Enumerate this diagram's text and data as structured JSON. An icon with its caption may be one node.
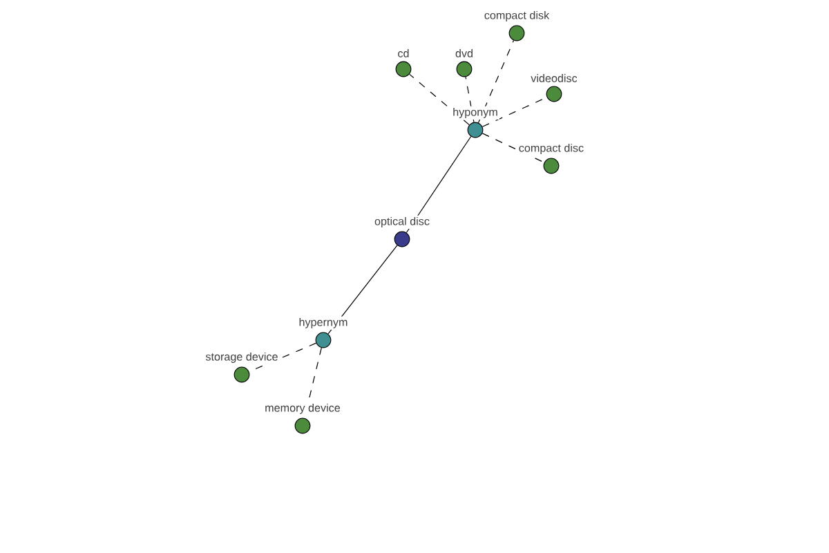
{
  "diagram": {
    "nodes": [
      {
        "text": [
          "compact disk"
        ]
      },
      {
        "text": [
          "cd"
        ]
      },
      {
        "text": [
          "dvd"
        ]
      },
      {
        "text": [
          "videodisc"
        ]
      },
      {
        "text": [
          "hyponym"
        ]
      },
      {
        "text": [
          "compact disc"
        ]
      },
      {
        "text": [
          "optical disc"
        ]
      },
      {
        "text": [
          "hypernym"
        ]
      },
      {
        "text": [
          "storage device"
        ]
      },
      {
        "text": [
          "memory device"
        ]
      }
    ],
    "edges": [
      {
        "from": 6,
        "to": 4,
        "arrow": "none"
      },
      {
        "from": 6,
        "to": 7,
        "arrow": "none"
      },
      {
        "from": 4,
        "to": 0,
        "arrow": "none",
        "style": "dashed"
      },
      {
        "from": 4,
        "to": 1,
        "arrow": "none",
        "style": "dashed"
      },
      {
        "from": 4,
        "to": 2,
        "arrow": "none",
        "style": "dashed"
      },
      {
        "from": 4,
        "to": 3,
        "arrow": "none",
        "style": "dashed"
      },
      {
        "from": 4,
        "to": 5,
        "arrow": "none",
        "style": "dashed"
      },
      {
        "from": 7,
        "to": 8,
        "arrow": "none",
        "style": "dashed"
      },
      {
        "from": 7,
        "to": 9,
        "arrow": "none",
        "style": "dashed"
      }
    ]
  }
}
